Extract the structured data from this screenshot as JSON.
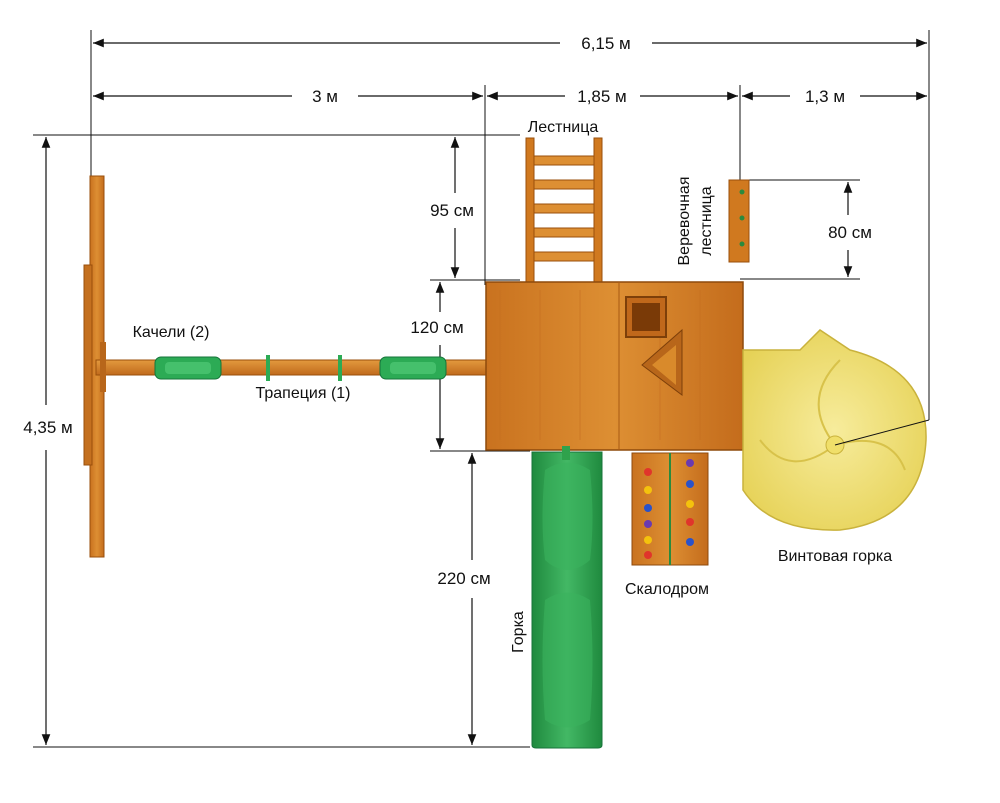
{
  "dimensions": {
    "total_width": "6,15 м",
    "swing_section_width": "3 м",
    "deck_section_width": "1,85 м",
    "spiral_section_width": "1,3 м",
    "total_depth": "4,35 м",
    "ladder_length": "95 см",
    "deck_depth": "120 см",
    "slide_length": "220 см",
    "rope_ladder_length": "80 см"
  },
  "labels": {
    "ladder": "Лестница",
    "rope_ladder_line1": "Веревочная",
    "rope_ladder_line2": "лестница",
    "swings": "Качели (2)",
    "trapeze": "Трапеция (1)",
    "slide": "Горка",
    "climbing_wall": "Скалодром",
    "spiral_slide": "Винтовая горка"
  },
  "colors": {
    "wood": "#d98a2b",
    "wood_dark": "#b8661a",
    "slide_green": "#2fa24c",
    "spiral_yellow": "#f2e27a",
    "swing_green": "#2cab55"
  }
}
